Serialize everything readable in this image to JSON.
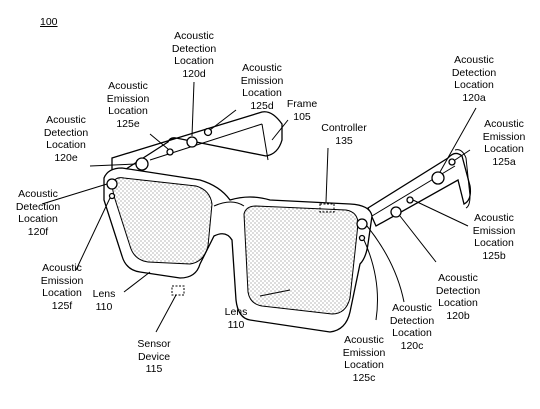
{
  "figure_number": "100",
  "labels": {
    "ad_120d": [
      "Acoustic",
      "Detection",
      "Location",
      "120d"
    ],
    "ae_125d": [
      "Acoustic",
      "Emission",
      "Location",
      "125d"
    ],
    "frame": [
      "Frame",
      "105"
    ],
    "ae_125e": [
      "Acoustic",
      "Emission",
      "Location",
      "125e"
    ],
    "ad_120e": [
      "Acoustic",
      "Detection",
      "Location",
      "120e"
    ],
    "controller": [
      "Controller",
      "135"
    ],
    "ad_120a": [
      "Acoustic",
      "Detection",
      "Location",
      "120a"
    ],
    "ae_125a": [
      "Acoustic",
      "Emission",
      "Location",
      "125a"
    ],
    "ad_120f": [
      "Acoustic",
      "Detection",
      "Location",
      "120f"
    ],
    "ae_125b": [
      "Acoustic",
      "Emission",
      "Location",
      "125b"
    ],
    "ae_125f": [
      "Acoustic",
      "Emission",
      "Location",
      "125f"
    ],
    "lens_left": [
      "Lens",
      "110"
    ],
    "ad_120b": [
      "Acoustic",
      "Detection",
      "Location",
      "120b"
    ],
    "lens_right": [
      "Lens",
      "110"
    ],
    "ad_120c": [
      "Acoustic",
      "Detection",
      "Location",
      "120c"
    ],
    "sensor": [
      "Sensor",
      "Device",
      "115"
    ],
    "ae_125c": [
      "Acoustic",
      "Emission",
      "Location",
      "125c"
    ]
  }
}
